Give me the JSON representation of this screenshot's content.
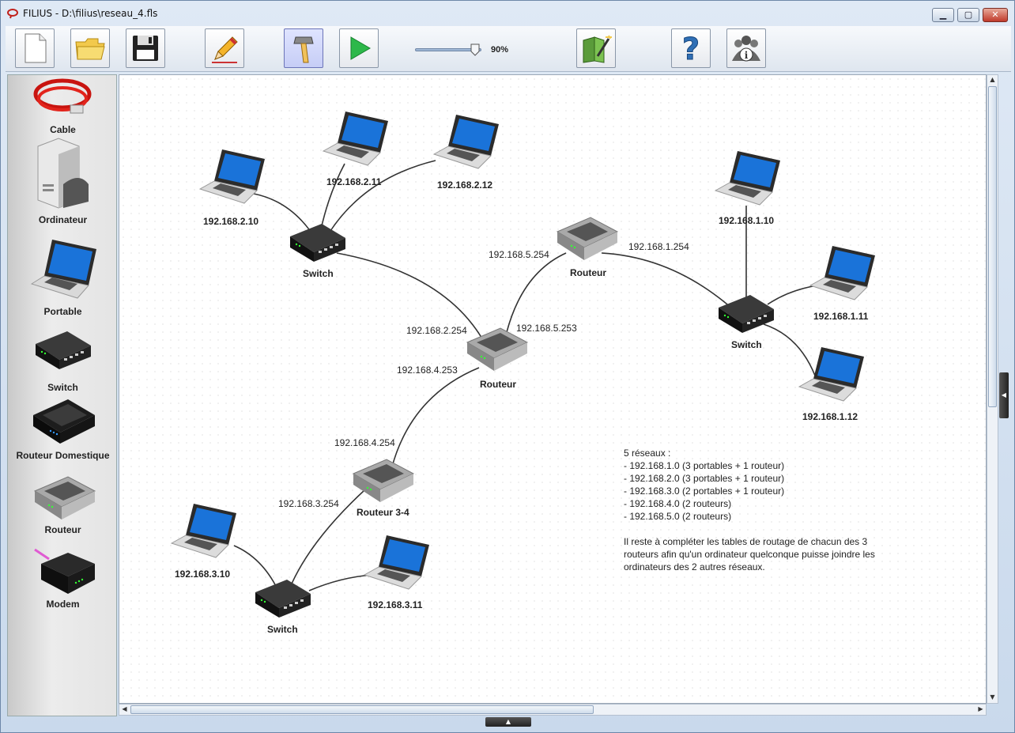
{
  "window": {
    "title": "FILIUS - D:\\filius\\reseau_4.fls",
    "minimize_label": "▁",
    "maximize_label": "▢",
    "close_label": "✕"
  },
  "toolbar": {
    "zoom_value": "90%",
    "zoom_level": 0.9,
    "buttons": [
      {
        "name": "new-file",
        "icon": "blank-page-icon"
      },
      {
        "name": "open-file",
        "icon": "folder-icon"
      },
      {
        "name": "save-file",
        "icon": "floppy-disk-icon"
      },
      {
        "name": "design-mode",
        "icon": "pencil-icon"
      },
      {
        "name": "action-mode",
        "icon": "hammer-icon"
      },
      {
        "name": "simulation-mode",
        "icon": "play-icon"
      },
      {
        "name": "wizard",
        "icon": "magic-book-icon"
      },
      {
        "name": "help",
        "icon": "question-mark-icon"
      },
      {
        "name": "info",
        "icon": "info-people-icon"
      }
    ]
  },
  "palette": {
    "items": [
      {
        "label": "Cable",
        "icon": "cable-icon"
      },
      {
        "label": "Ordinateur",
        "icon": "computer-tower-icon"
      },
      {
        "label": "Portable",
        "icon": "laptop-icon"
      },
      {
        "label": "Switch",
        "icon": "switch-icon"
      },
      {
        "label": "Routeur Domestique",
        "icon": "home-router-icon"
      },
      {
        "label": "Routeur",
        "icon": "router-icon"
      },
      {
        "label": "Modem",
        "icon": "modem-icon"
      }
    ]
  },
  "network": {
    "laptops": [
      {
        "label": "192.168.2.10"
      },
      {
        "label": "192.168.2.11"
      },
      {
        "label": "192.168.2.12"
      },
      {
        "label": "192.168.1.10"
      },
      {
        "label": "192.168.1.11"
      },
      {
        "label": "192.168.1.12"
      },
      {
        "label": "192.168.3.10"
      },
      {
        "label": "192.168.3.11"
      }
    ],
    "switches": [
      {
        "label": "Switch"
      },
      {
        "label": "Switch"
      },
      {
        "label": "Switch"
      }
    ],
    "routers": [
      {
        "label": "Routeur"
      },
      {
        "label": "Routeur"
      },
      {
        "label": "Routeur 3-4"
      }
    ],
    "interface_labels": [
      "192.168.5.254",
      "192.168.1.254",
      "192.168.2.254",
      "192.168.5.253",
      "192.168.4.253",
      "192.168.4.254",
      "192.168.3.254"
    ]
  },
  "note": {
    "lines": [
      "5 réseaux :",
      "- 192.168.1.0 (3 portables + 1 routeur)",
      "- 192.168.2.0 (3 portables + 1 routeur)",
      "- 192.168.3.0 (2 portables + 1 routeur)",
      "- 192.168.4.0 (2 routeurs)",
      "- 192.168.5.0 (2 routeurs)",
      "",
      "Il reste à compléter les tables de routage de chacun des 3",
      "routeurs afin qu'un ordinateur quelconque puisse joindre les",
      "ordinateurs des 2 autres réseaux."
    ]
  },
  "scrollbars": {
    "up_arrow": "▲",
    "down_arrow": "▼",
    "left_arrow": "◀",
    "right_arrow": "▶",
    "bottom_toggle": "▲",
    "side_toggle": "◀"
  },
  "colors": {
    "canvas_bg": "#ffffff",
    "cable": "#333333",
    "laptop_screen": "#1a73d9",
    "play_green": "#2db84a"
  }
}
